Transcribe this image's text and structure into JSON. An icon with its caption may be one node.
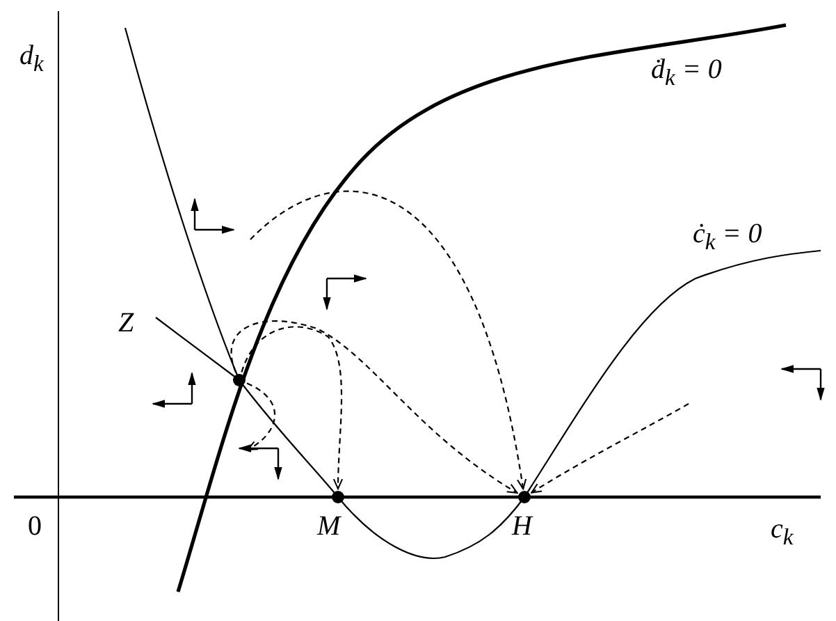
{
  "diagram": {
    "nodes": [
      {
        "text": [],
        "shape": "circle",
        "beside": [
          "Z"
        ]
      },
      {
        "text": [],
        "shape": "circle",
        "beside": [
          "M"
        ]
      },
      {
        "text": [],
        "shape": "circle",
        "beside": [
          "H"
        ]
      }
    ],
    "edges": [
      {
        "from": null,
        "to": 2,
        "arrow": "to",
        "style": "dashed"
      },
      {
        "from": 0,
        "to": 1,
        "arrow": "to",
        "style": "dashed"
      },
      {
        "from": 0,
        "to": 2,
        "arrow": "to",
        "style": "dashed"
      },
      {
        "from": null,
        "to": 2,
        "arrow": "to",
        "style": "dashed"
      },
      {
        "from": 0,
        "to": null,
        "arrow": "to",
        "style": "dashed"
      }
    ],
    "labels": [
      "d$_{k}$",
      "ḋ$_{k}$ = 0",
      "ċ$_{k}$ = 0",
      "0",
      "c$_{k}$"
    ]
  }
}
